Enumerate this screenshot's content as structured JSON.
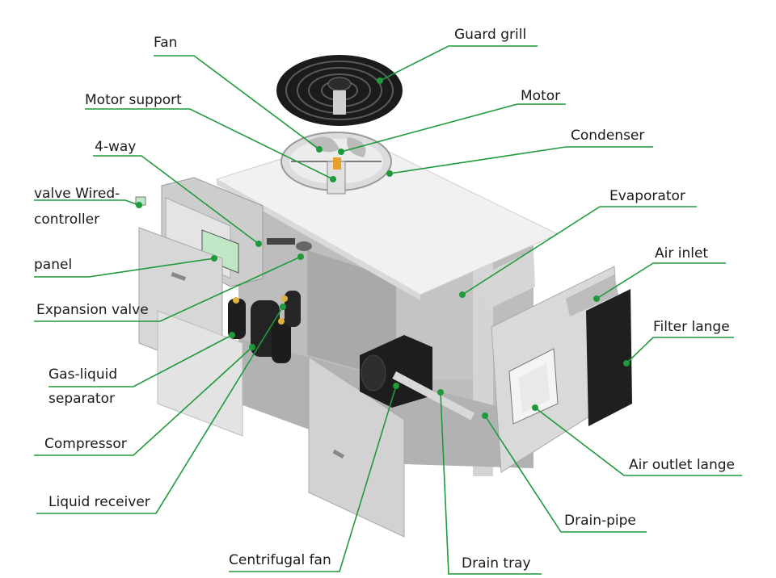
{
  "labels": {
    "fan": "Fan",
    "guard_grill": "Guard grill",
    "motor_support": "Motor support",
    "motor": "Motor",
    "four_way": "4-way",
    "condenser": "Condenser",
    "valve_wired": "valve Wired-",
    "controller": "controller",
    "evaporator": "Evaporator",
    "panel": "panel",
    "air_inlet": "Air inlet",
    "expansion_valve": "Expansion valve",
    "filter_lange": "Filter lange",
    "gas_liquid": "Gas-liquid",
    "separator": "separator",
    "compressor": "Compressor",
    "air_outlet_lange": "Air outlet lange",
    "liquid_receiver": "Liquid receiver",
    "drain_pipe": "Drain-pipe",
    "centrifugal_fan": "Centrifugal fan",
    "drain_tray": "Drain tray"
  },
  "colors": {
    "leader": "#1f9a3a",
    "cabinet": "#c9c9c9",
    "top_panel": "#efefef"
  }
}
